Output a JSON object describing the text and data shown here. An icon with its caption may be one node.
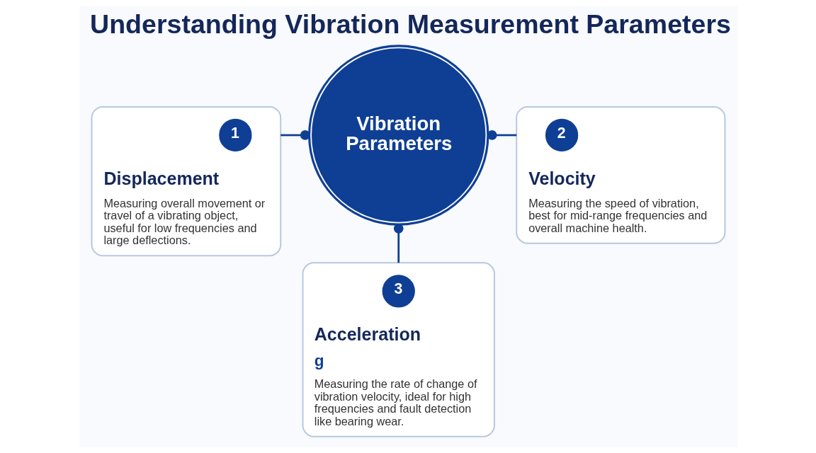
{
  "diagram": {
    "title": "Understanding Vibration Measurement Parameters",
    "nodes": [
      {
        "text": [
          "Displacement",
          "Measuring overall movement or travel of a vibrating object, useful for low frequencies and large deflections."
        ]
      },
      {
        "text": [
          "1"
        ],
        "in": 0
      },
      {
        "text": [
          "Vibration Parameters"
        ]
      },
      {
        "text": [
          "Velocity",
          "Measuring the speed of vibration, best for mid-range frequencies and overall machine health."
        ]
      },
      {
        "text": [
          "2"
        ],
        "in": 3
      },
      {
        "text": [
          "Acceleration",
          "g",
          "Measuring the rate of change of vibration velocity, ideal for high frequencies and fault detection like bearing wear."
        ]
      },
      {
        "text": [
          "3"
        ],
        "in": 5
      }
    ],
    "edges": [
      {
        "from": 0,
        "to": 2,
        "arrow": "other"
      },
      {
        "from": 2,
        "to": 3,
        "arrow": "other"
      },
      {
        "from": 2,
        "to": 5,
        "arrow": "other"
      }
    ]
  }
}
